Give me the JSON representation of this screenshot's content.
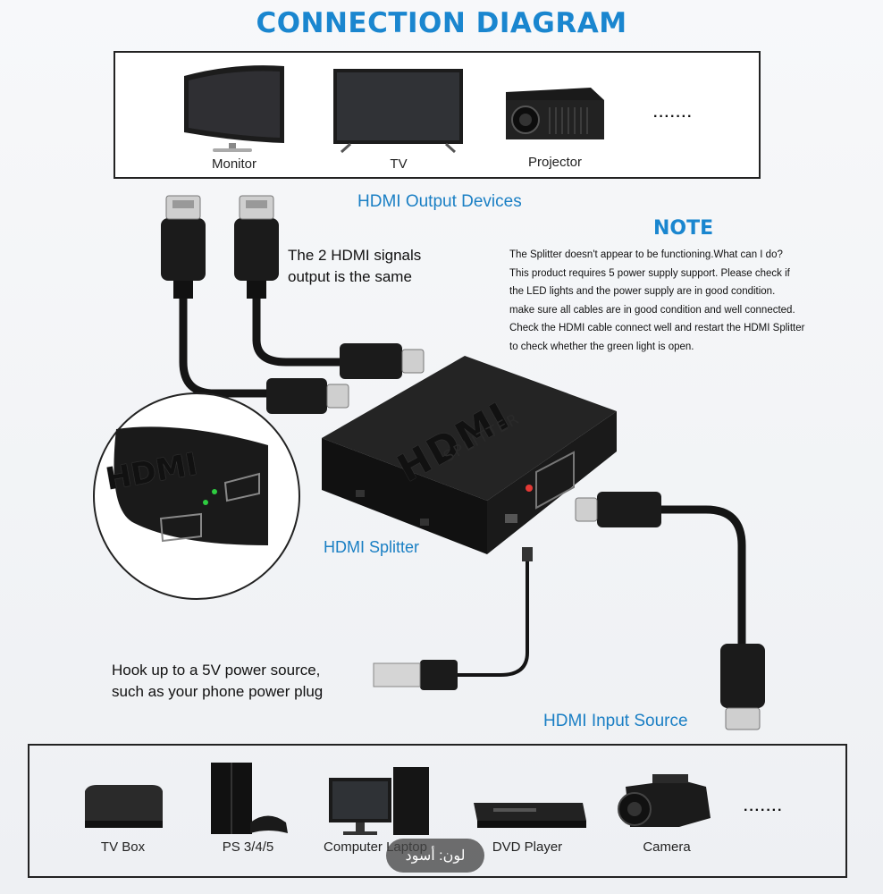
{
  "title": "CONNECTION DIAGRAM",
  "output_devices": {
    "items": [
      {
        "label": "Monitor",
        "icon": "monitor-icon"
      },
      {
        "label": "TV",
        "icon": "tv-icon"
      },
      {
        "label": "Projector",
        "icon": "projector-icon"
      }
    ],
    "more": "·······",
    "caption": "HDMI Output Devices"
  },
  "note": {
    "title": "NOTE",
    "lines": [
      "The Splitter doesn't appear to be functioning.What can I do?",
      "This product requires 5 power supply support. Please check if",
      "the LED lights and the power supply are in good condition.",
      "make sure all cables are in good condition and well connected.",
      "Check the HDMI cable connect well and restart the HDMI Splitter",
      "to check whether the green light is open."
    ]
  },
  "signals_text": [
    "The 2 HDMI signals",
    "output is the same"
  ],
  "splitter": {
    "caption": "HDMI Splitter",
    "logo": "HDMI",
    "subtitle": "SPLITTER"
  },
  "power_text": [
    "Hook up to a 5V power source,",
    "such as your phone power plug"
  ],
  "input_caption": "HDMI Input Source",
  "input_devices": {
    "items": [
      {
        "label": "TV Box",
        "icon": "tv-box-icon"
      },
      {
        "label": "PS 3/4/5",
        "icon": "playstation-icon"
      },
      {
        "label": "Computer Laptop",
        "icon": "computer-icon"
      },
      {
        "label": "DVD Player",
        "icon": "dvd-player-icon"
      },
      {
        "label": "Camera",
        "icon": "camera-icon"
      }
    ],
    "more": "·······"
  },
  "overlay_badge": "لون: أسود",
  "colors": {
    "accent_blue": "#1a86cf",
    "device_black": "#1b1b1b",
    "led_green": "#2ecc40",
    "led_red": "#e53935"
  }
}
